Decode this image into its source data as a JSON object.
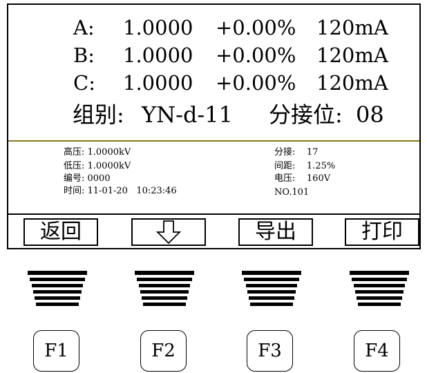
{
  "measurements": [
    {
      "phase": "A:",
      "value": "1.0000",
      "deviation": "+0.00%",
      "current": "120mA"
    },
    {
      "phase": "B:",
      "value": "1.0000",
      "deviation": "+0.00%",
      "current": "120mA"
    },
    {
      "phase": "C:",
      "value": "1.0000",
      "deviation": "+0.00%",
      "current": "120mA"
    }
  ],
  "group": {
    "label": "组别:",
    "value": "YN-d-11"
  },
  "tap": {
    "label": "分接位:",
    "value": "08"
  },
  "info": {
    "high_voltage": "高压: 1.0000kV",
    "low_voltage": "低压: 1.0000kV",
    "serial": "编号: 0000",
    "time": "时间: 11-01-20   10:23:46",
    "taps": "分接:    17",
    "spacing": "间距:    1.25%",
    "voltage": "电压:    160V",
    "record": "NO.101"
  },
  "softkeys": {
    "back": "返回",
    "down_icon": "down-arrow-icon",
    "export": "导出",
    "print": "打印"
  },
  "function_keys": [
    "F1",
    "F2",
    "F3",
    "F4"
  ],
  "colors": {
    "divider_accent": "#8a7a1a"
  }
}
